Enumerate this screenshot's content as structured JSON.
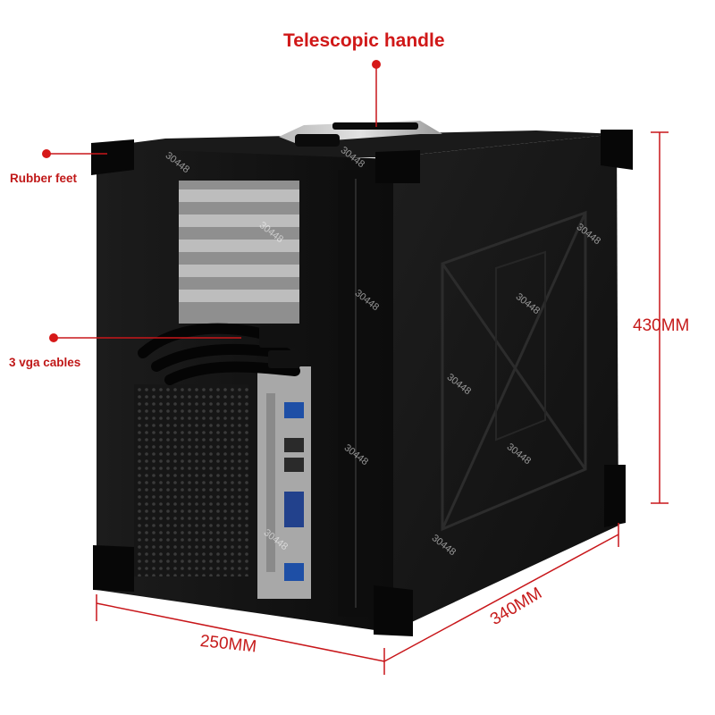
{
  "callouts": {
    "handle": "Telescopic handle",
    "rubber_feet": "Rubber feet",
    "vga": "3 vga cables"
  },
  "dimensions": {
    "height": "430MM",
    "width": "250MM",
    "depth": "340MM"
  },
  "watermark_text": "30448",
  "colors": {
    "annotation_red": "#c8161a",
    "chassis_black": "#141414",
    "background": "#ffffff"
  }
}
